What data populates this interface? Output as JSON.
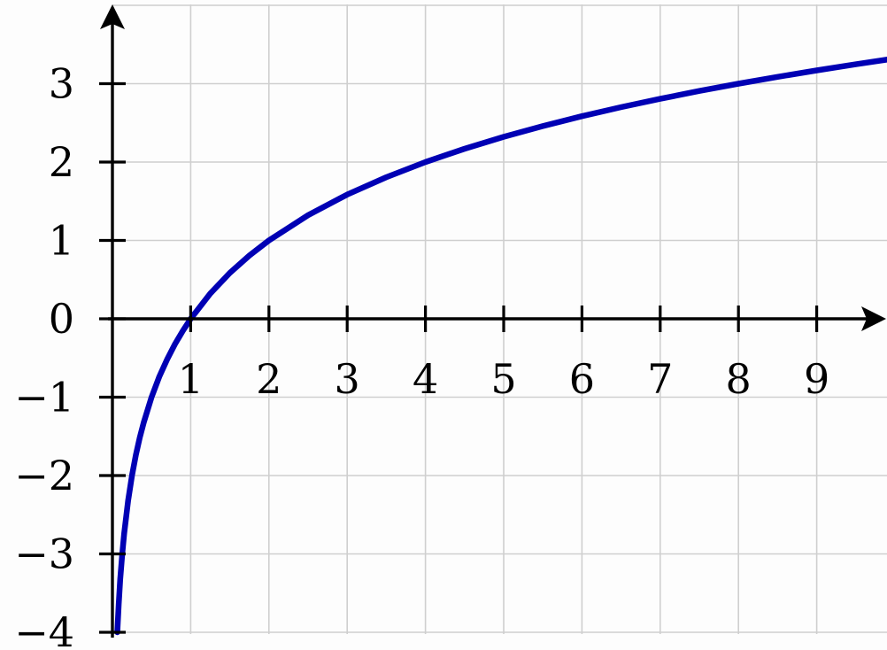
{
  "chart_data": {
    "type": "line",
    "title": "",
    "xlabel": "",
    "ylabel": "",
    "xlim": [
      0,
      10
    ],
    "ylim": [
      -4,
      4
    ],
    "grid": true,
    "x_ticks": [
      1,
      2,
      3,
      4,
      5,
      6,
      7,
      8,
      9
    ],
    "x_tick_labels": [
      "1",
      "2",
      "3",
      "4",
      "5",
      "6",
      "7",
      "8",
      "9"
    ],
    "y_ticks": [
      -4,
      -3,
      -2,
      -1,
      0,
      1,
      2,
      3
    ],
    "y_tick_labels": [
      "−4",
      "−3",
      "−2",
      "−1",
      "0",
      "1",
      "2",
      "3"
    ],
    "series": [
      {
        "color": "#0000b4",
        "x": [
          0.0625,
          0.08,
          0.1,
          0.125,
          0.15,
          0.2,
          0.25,
          0.3,
          0.35,
          0.4,
          0.5,
          0.6,
          0.7,
          0.8,
          0.9,
          1,
          1.25,
          1.5,
          1.75,
          2,
          2.5,
          3,
          3.5,
          4,
          4.5,
          5,
          5.5,
          6,
          6.5,
          7,
          7.5,
          8,
          8.5,
          9,
          9.5,
          10
        ],
        "values": [
          -4,
          -3.644,
          -3.322,
          -3,
          -2.737,
          -2.322,
          -2,
          -1.737,
          -1.515,
          -1.322,
          -1,
          -0.737,
          -0.515,
          -0.322,
          -0.152,
          0,
          0.322,
          0.585,
          0.807,
          1,
          1.322,
          1.585,
          1.807,
          2,
          2.17,
          2.322,
          2.459,
          2.585,
          2.7,
          2.807,
          2.907,
          3,
          3.087,
          3.17,
          3.248,
          3.322
        ]
      }
    ]
  }
}
